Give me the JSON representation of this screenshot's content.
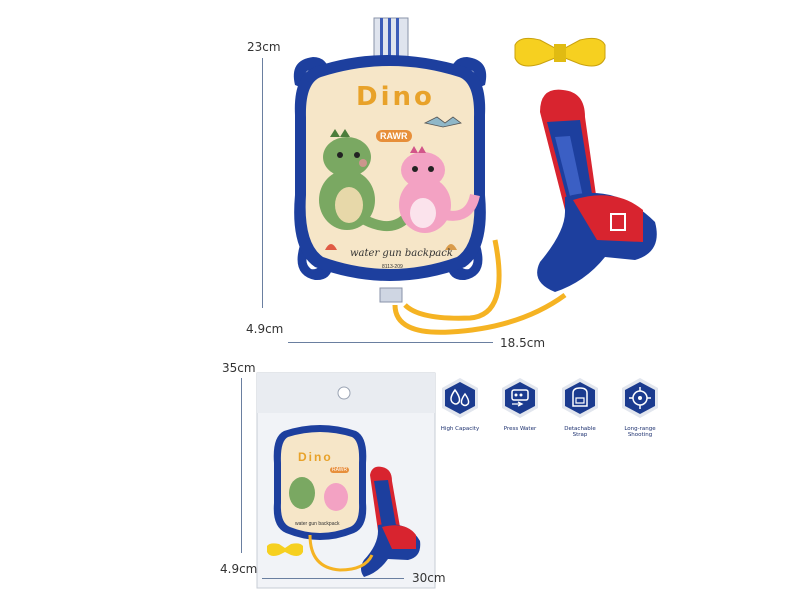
{
  "product": {
    "brand_title": "Dino",
    "sticker_text": "RAWR",
    "tagline": "water gun backpack",
    "item_number": "8113-209"
  },
  "dimensions": {
    "top_height": "23cm",
    "top_depth": "4.9cm",
    "top_width": "18.5cm",
    "pkg_height": "35cm",
    "pkg_depth": "4.9cm",
    "pkg_width": "30cm"
  },
  "features": [
    {
      "icon": "water-drops-icon",
      "label": "High Capacity"
    },
    {
      "icon": "press-water-icon",
      "label": "Press Water"
    },
    {
      "icon": "backpack-icon",
      "label": "Detachable Strap"
    },
    {
      "icon": "crosshair-icon",
      "label": "Long-range Shooting"
    }
  ],
  "colors": {
    "navy": "#1d3f9e",
    "cream": "#f6e6c8",
    "gun_red": "#d8242f",
    "hose_yellow": "#f5b323",
    "dino_green": "#7aa862",
    "dino_pink": "#f3a2c3",
    "badge_ring": "#e2e6ee",
    "badge_fill": "#1b3b8f"
  }
}
